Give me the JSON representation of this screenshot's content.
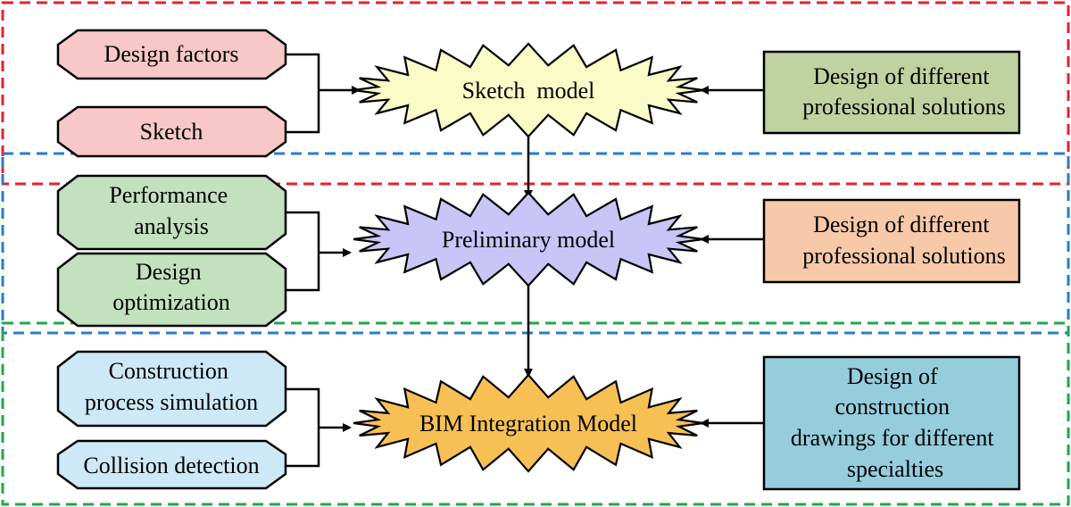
{
  "colors": {
    "pink": "#f8c8c8",
    "green_oct": "#c3e0bf",
    "light_blue": "#cde9f7",
    "yellow_star": "#fafbc6",
    "purple_star": "#c9c5f7",
    "orange_star": "#f7c054",
    "olive_rect": "#c0d2a0",
    "peach_rect": "#f7c9a8",
    "teal_rect": "#95cddc",
    "red_dash": "#e8202a",
    "blue_dash": "#2a7cc7",
    "green_dash": "#1fa84a"
  },
  "section1": {
    "input1": "Design factors",
    "input2": "Sketch",
    "model": "Sketch  model",
    "solution": [
      "Design of different",
      "professional solutions"
    ]
  },
  "section2": {
    "input1": [
      "Performance",
      "analysis"
    ],
    "input2": [
      "Design",
      "optimization"
    ],
    "model": "Preliminary model",
    "solution": [
      "Design of different",
      "professional solutions"
    ]
  },
  "section3": {
    "input1": [
      "Construction",
      "process simulation"
    ],
    "input2": "Collision detection",
    "model": "BIM Integration Model",
    "solution": [
      "Design of",
      "construction",
      "drawings for different",
      "specialties"
    ]
  }
}
